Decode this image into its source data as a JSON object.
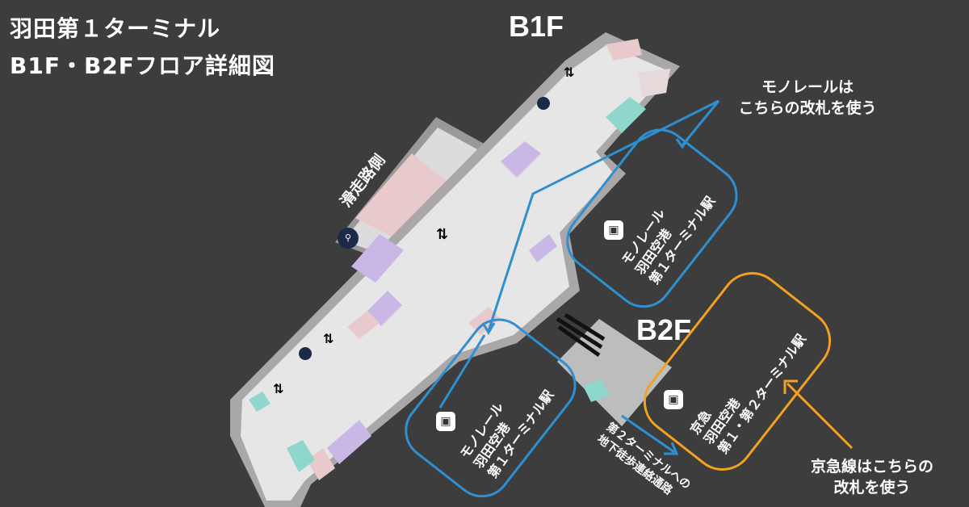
{
  "title": {
    "line1": "羽田第１ターミナル",
    "line2": "B1F・B2Fフロア詳細図"
  },
  "floors": {
    "b1f": "B1F",
    "b2f": "B2F"
  },
  "runway_side": "滑走路側",
  "monorail_note": {
    "line1": "モノレールは",
    "line2": "こちらの改札を使う"
  },
  "keikyu_note": {
    "line1": "京急線はこちらの",
    "line2": "改札を使う"
  },
  "monorail_station_upper": {
    "line1": "モノレール",
    "line2": "羽田空港",
    "line3": "第１ターミナル駅"
  },
  "monorail_station_lower": {
    "line1": "モノレール",
    "line2": "羽田空港",
    "line3": "第１ターミナル駅"
  },
  "keikyu_station": {
    "line1": "京急",
    "line2": "羽田空港",
    "line3": "第１・第２ターミナル駅"
  },
  "passage": {
    "line1": "第２ターミナルへの",
    "line2": "地下徒歩連絡通路"
  },
  "colors": {
    "monorail": "#2f8fd0",
    "keikyu": "#f2a21e",
    "background": "#3d3d3d"
  }
}
